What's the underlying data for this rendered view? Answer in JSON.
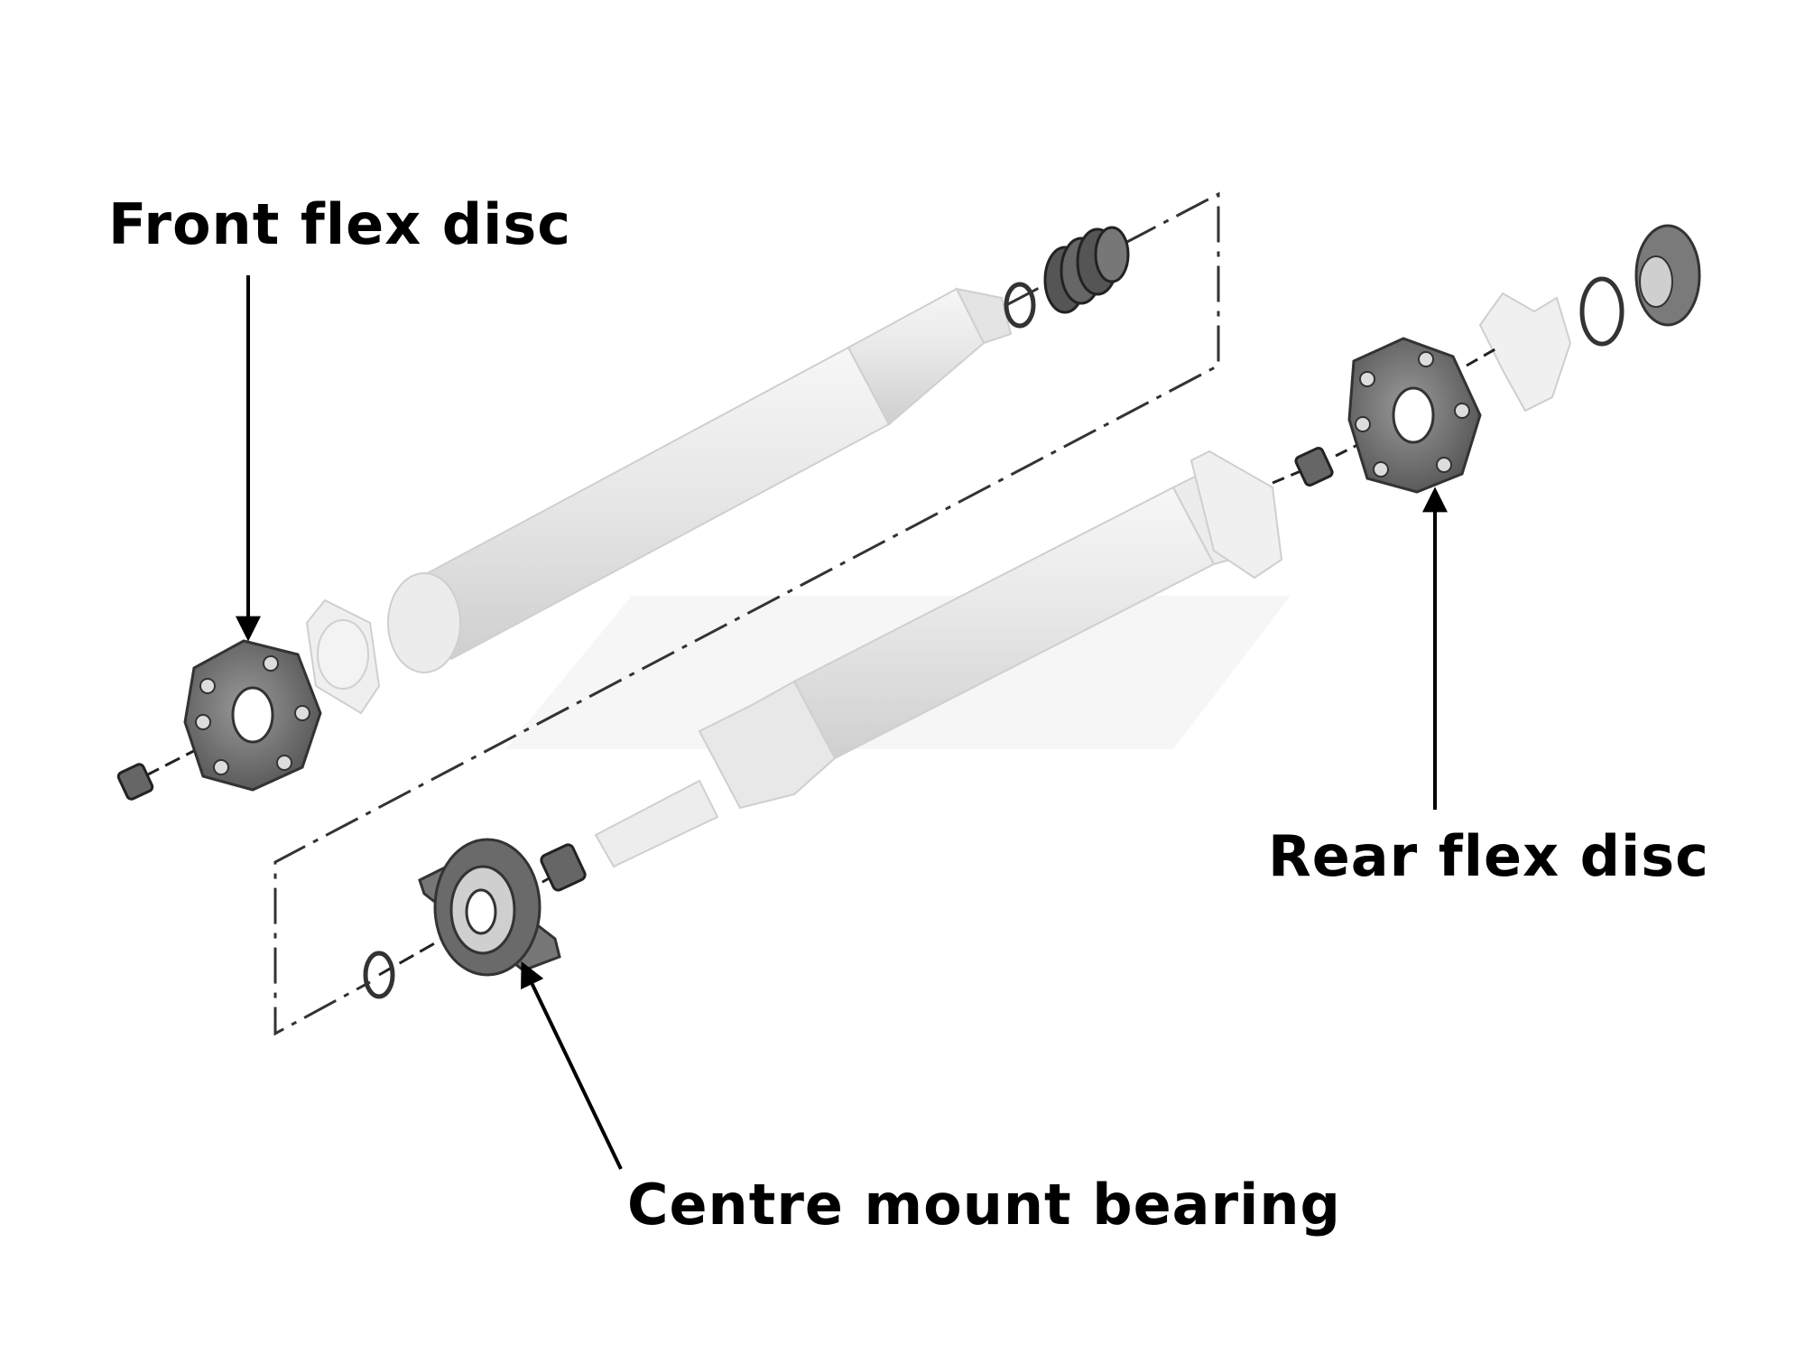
{
  "labels": {
    "front_flex_disc": "Front flex disc",
    "rear_flex_disc": "Rear flex disc",
    "centre_mount_bearing": "Centre mount bearing"
  },
  "colors": {
    "shaft": "#e9e9e9",
    "shaft_edge": "#c9c9c9",
    "rubber": "#6a6a6a",
    "rubber_dark": "#4a4a4a",
    "line": "#222222",
    "arrow": "#000000"
  }
}
